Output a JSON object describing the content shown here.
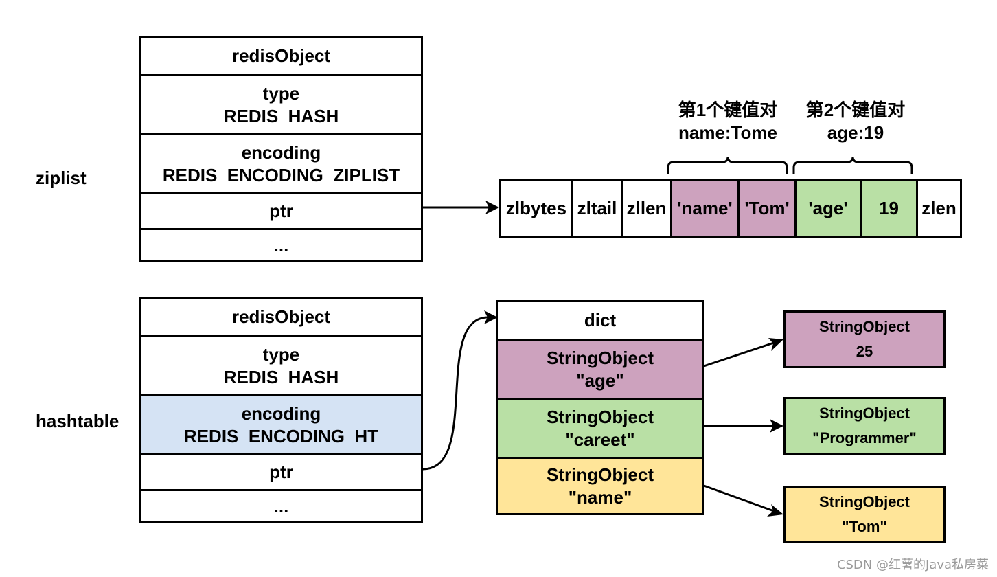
{
  "colors": {
    "pink": "#cda2be",
    "green": "#b9e0a5",
    "yellow": "#ffe599",
    "blue": "#d5e3f4",
    "border": "#000000"
  },
  "ziplist_section": {
    "label": "ziplist",
    "object": {
      "title": "redisObject",
      "type_label": "type",
      "type_value": "REDIS_HASH",
      "encoding_label": "encoding",
      "encoding_value": "REDIS_ENCODING_ZIPLIST",
      "ptr_label": "ptr",
      "ellipsis": "..."
    },
    "pair1_title": "第1个键值对",
    "pair1_value": "name:Tome",
    "pair2_title": "第2个键值对",
    "pair2_value": "age:19",
    "cells": [
      "zlbytes",
      "zltail",
      "zllen",
      "'name'",
      "'Tom'",
      "'age'",
      "19",
      "zlen"
    ]
  },
  "hashtable_section": {
    "label": "hashtable",
    "object": {
      "title": "redisObject",
      "type_label": "type",
      "type_value": "REDIS_HASH",
      "encoding_label": "encoding",
      "encoding_value": "REDIS_ENCODING_HT",
      "ptr_label": "ptr",
      "ellipsis": "..."
    },
    "dict": {
      "title": "dict",
      "entries": [
        {
          "label": "StringObject",
          "key": "\"age\""
        },
        {
          "label": "StringObject",
          "key": "\"careet\""
        },
        {
          "label": "StringObject",
          "key": "\"name\""
        }
      ]
    },
    "values": [
      {
        "label": "StringObject",
        "value": "25"
      },
      {
        "label": "StringObject",
        "value": "\"Programmer\""
      },
      {
        "label": "StringObject",
        "value": "\"Tom\""
      }
    ]
  },
  "watermark": "CSDN @红薯的Java私房菜"
}
